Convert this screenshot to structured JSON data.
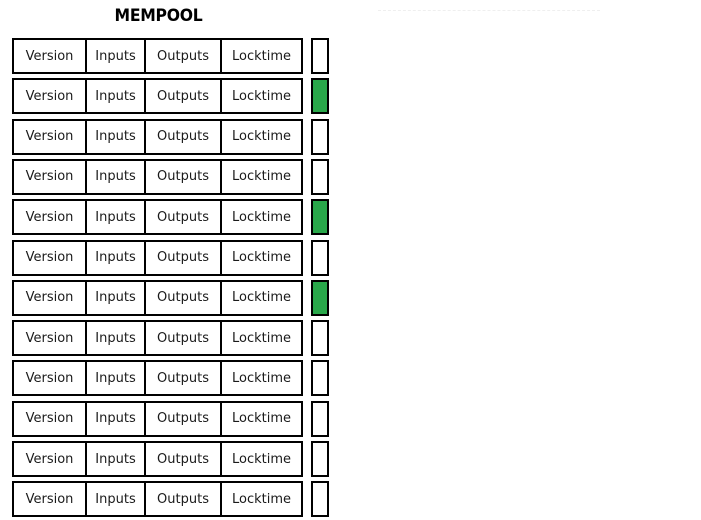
{
  "panel": {
    "title": "MEMPOOL",
    "colors": {
      "border": "#000000",
      "cell_background": "#ffffff",
      "status_confirmed": "#29a84a",
      "status_pending": "#ffffff",
      "page_background": "#ffffff",
      "faint_rule": "#efefef"
    }
  },
  "columns": [
    {
      "key": "version",
      "label": "Version"
    },
    {
      "key": "inputs",
      "label": "Inputs"
    },
    {
      "key": "outputs",
      "label": "Outputs"
    },
    {
      "key": "locktime",
      "label": "Locktime"
    }
  ],
  "transactions": [
    {
      "index": 1,
      "version": "Version",
      "inputs": "Inputs",
      "outputs": "Outputs",
      "locktime": "Locktime",
      "status": "pending"
    },
    {
      "index": 2,
      "version": "Version",
      "inputs": "Inputs",
      "outputs": "Outputs",
      "locktime": "Locktime",
      "status": "confirmed"
    },
    {
      "index": 3,
      "version": "Version",
      "inputs": "Inputs",
      "outputs": "Outputs",
      "locktime": "Locktime",
      "status": "pending"
    },
    {
      "index": 4,
      "version": "Version",
      "inputs": "Inputs",
      "outputs": "Outputs",
      "locktime": "Locktime",
      "status": "pending"
    },
    {
      "index": 5,
      "version": "Version",
      "inputs": "Inputs",
      "outputs": "Outputs",
      "locktime": "Locktime",
      "status": "confirmed"
    },
    {
      "index": 6,
      "version": "Version",
      "inputs": "Inputs",
      "outputs": "Outputs",
      "locktime": "Locktime",
      "status": "pending"
    },
    {
      "index": 7,
      "version": "Version",
      "inputs": "Inputs",
      "outputs": "Outputs",
      "locktime": "Locktime",
      "status": "confirmed"
    },
    {
      "index": 8,
      "version": "Version",
      "inputs": "Inputs",
      "outputs": "Outputs",
      "locktime": "Locktime",
      "status": "pending"
    },
    {
      "index": 9,
      "version": "Version",
      "inputs": "Inputs",
      "outputs": "Outputs",
      "locktime": "Locktime",
      "status": "pending"
    },
    {
      "index": 10,
      "version": "Version",
      "inputs": "Inputs",
      "outputs": "Outputs",
      "locktime": "Locktime",
      "status": "pending"
    },
    {
      "index": 11,
      "version": "Version",
      "inputs": "Inputs",
      "outputs": "Outputs",
      "locktime": "Locktime",
      "status": "pending"
    },
    {
      "index": 12,
      "version": "Version",
      "inputs": "Inputs",
      "outputs": "Outputs",
      "locktime": "Locktime",
      "status": "pending"
    }
  ],
  "layout": {
    "row_top_start": 38,
    "row_pitch": 40.3
  }
}
